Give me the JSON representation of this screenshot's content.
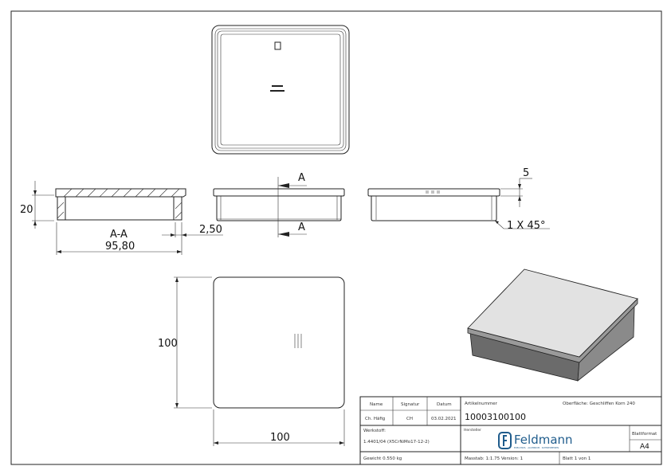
{
  "drawing": {
    "section_label": "A-A",
    "cut_label": "A",
    "dimensions": {
      "height": "20",
      "inner_width": "95,80",
      "wall": "2,50",
      "flange": "5",
      "chamfer": "1 X 45°",
      "width": "100",
      "depth": "100"
    }
  },
  "title_block": {
    "name_header": "Name",
    "signature_header": "Signatur",
    "date_header": "Datum",
    "name": "Ch. Häfig",
    "signature": "CH",
    "date": "03.02.2021",
    "article_label": "Artikelnummer",
    "article_number": "10003100100",
    "surface": "Oberfläche:  Geschliffen Korn 240",
    "material_label": "Werkstoff:",
    "material": "1.4401/04 (X5CrNiMo17-12-2)",
    "manufacturer_label": "Hersteller",
    "logo_text": "Feldmann",
    "logo_subtitle": "EDELSTAHL · ALUMINIUM · SCHMIEDEEISEN",
    "sheet_format_label": "Blattformat",
    "sheet_format": "A4",
    "weight": "Gewicht 0.550 kg",
    "scale": "Masstab: 1:1.75   Version: 1",
    "sheet": "Blatt 1 von 1"
  },
  "colors": {
    "brand": "#1f5c8c",
    "line": "#222222"
  }
}
